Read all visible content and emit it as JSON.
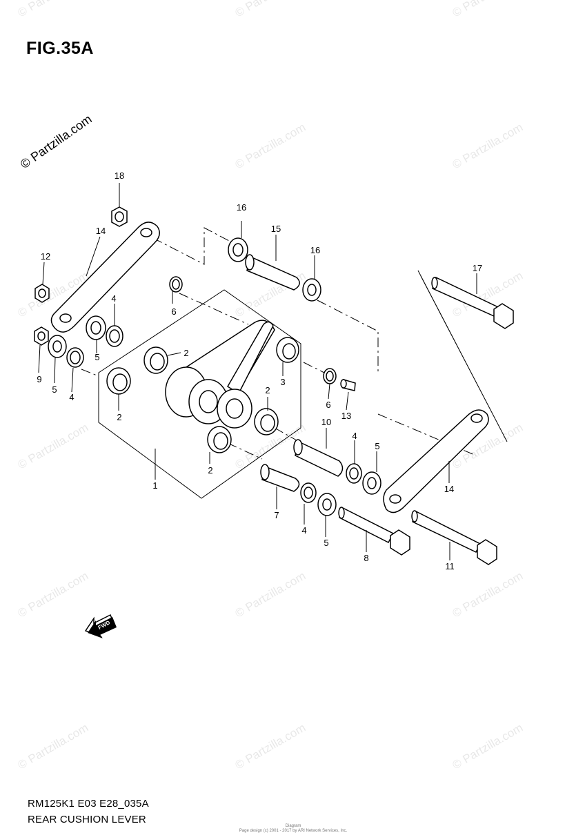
{
  "figure": {
    "title": "FIG.35A",
    "model_code": "RM125K1 E03 E28_035A",
    "caption": "REAR CUSHION LEVER",
    "copyright_line_1": "Diagram",
    "copyright_line_2": "Page design (c) 2001 - 2017 by ARI Network Services, Inc."
  },
  "watermark": {
    "text": "© Partzilla.com"
  },
  "fwd_marker": {
    "label": "FWD"
  },
  "callouts": {
    "1": "1",
    "2a": "2",
    "2b": "2",
    "2c": "2",
    "2d": "2",
    "3": "3",
    "4a": "4",
    "4b": "4",
    "4c": "4",
    "4d": "4",
    "5a": "5",
    "5b": "5",
    "5c": "5",
    "5d": "5",
    "6a": "6",
    "6b": "6",
    "7": "7",
    "8": "8",
    "9": "9",
    "10": "10",
    "11": "11",
    "12": "12",
    "13": "13",
    "14a": "14",
    "14b": "14",
    "15": "15",
    "16a": "16",
    "16b": "16",
    "17": "17",
    "18": "18"
  }
}
